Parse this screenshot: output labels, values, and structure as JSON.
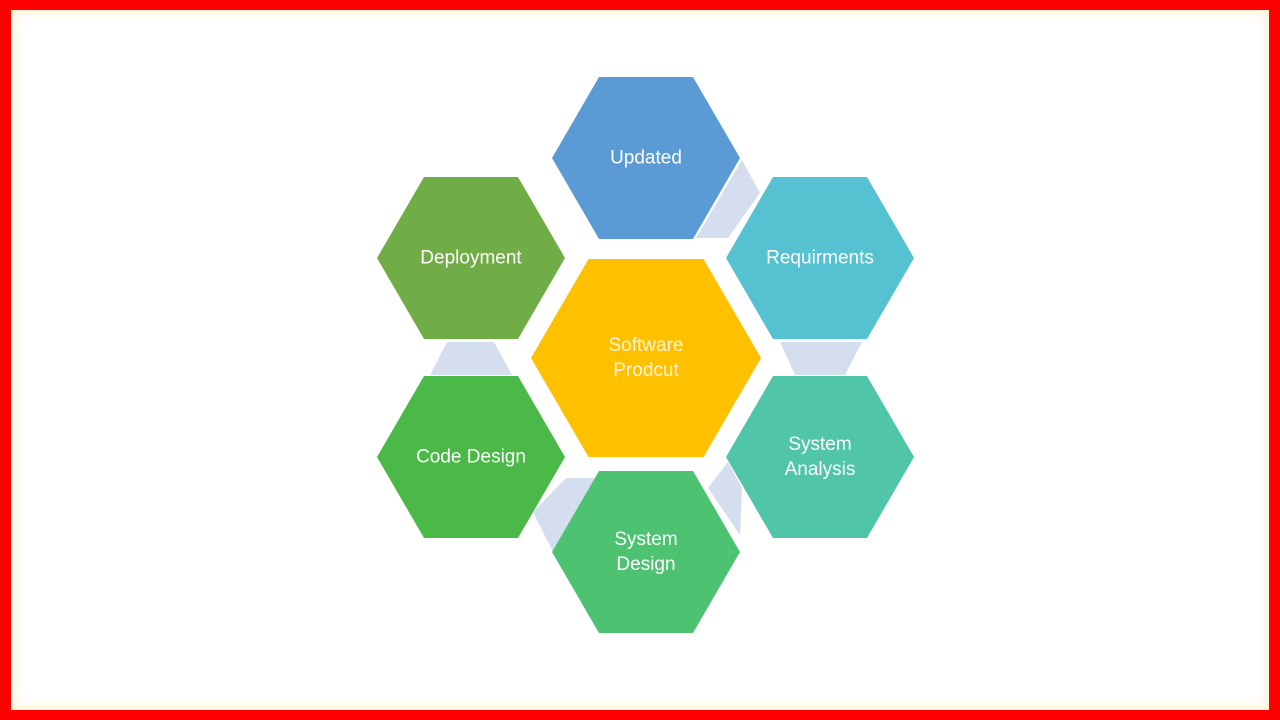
{
  "diagram": {
    "center": {
      "lines": [
        "Software",
        "Prodcut"
      ],
      "color": "#FFC000"
    },
    "nodes": [
      {
        "key": "updated",
        "lines": [
          "Updated"
        ],
        "color": "#5B9BD5"
      },
      {
        "key": "requirements",
        "lines": [
          "Requirments"
        ],
        "color": "#56C1D0"
      },
      {
        "key": "system-analysis",
        "lines": [
          "System",
          "Analysis"
        ],
        "color": "#50C5A7"
      },
      {
        "key": "system-design",
        "lines": [
          "System",
          "Design"
        ],
        "color": "#4DC372"
      },
      {
        "key": "code-design",
        "lines": [
          "Code Design"
        ],
        "color": "#4BB947"
      },
      {
        "key": "deployment",
        "lines": [
          "Deployment"
        ],
        "color": "#70AD47"
      }
    ],
    "connector_color": "#D5DEEE"
  }
}
